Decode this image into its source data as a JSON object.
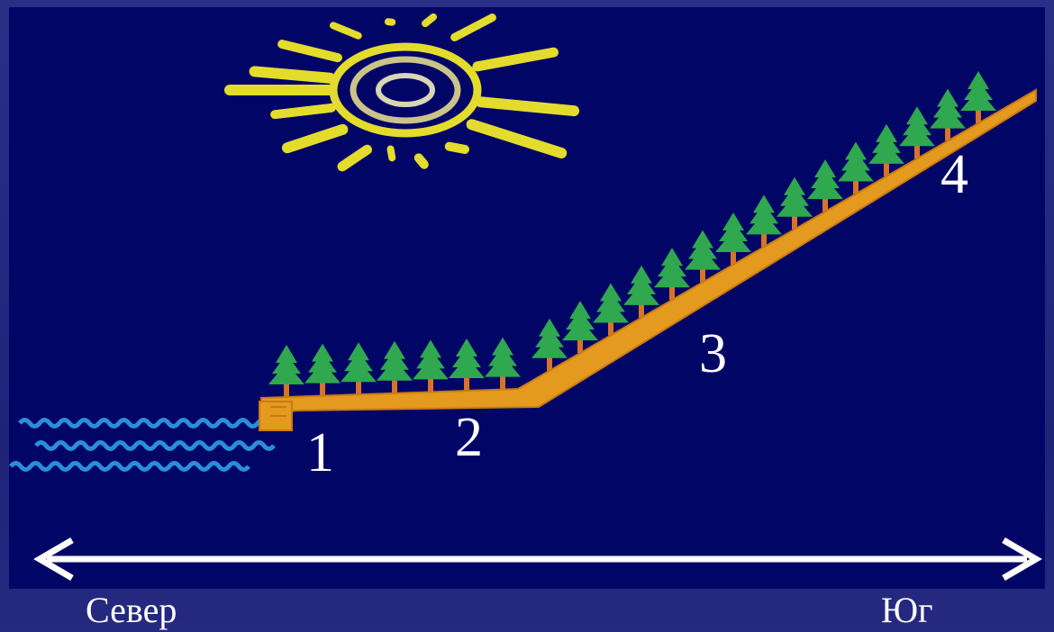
{
  "zones": [
    {
      "label": "1"
    },
    {
      "label": "2"
    },
    {
      "label": "3"
    },
    {
      "label": "4"
    }
  ],
  "axis": {
    "left_label": "Север",
    "right_label": "Юг"
  },
  "colors": {
    "background": "#010566",
    "sun": "#e3dc2c",
    "slope": "#e39a1e",
    "tree": "#2fa84f",
    "trunk": "#d8732a",
    "water": "#2a8fd8",
    "arrow": "#ffffff"
  },
  "icons": [
    "sun-icon",
    "tree-icon",
    "water-wave-icon",
    "double-arrow-icon"
  ]
}
